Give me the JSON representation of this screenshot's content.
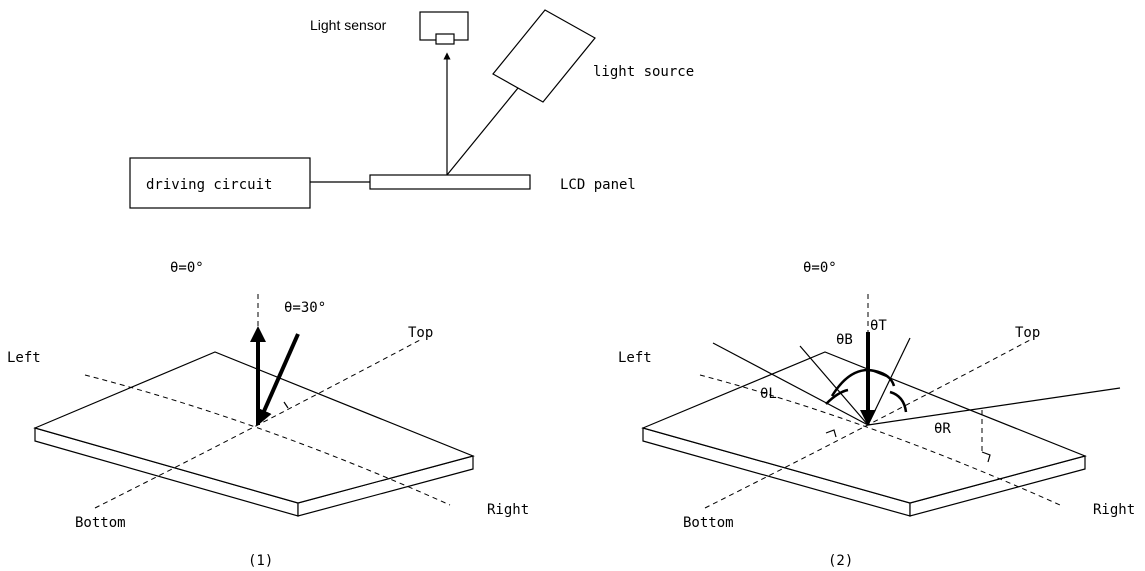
{
  "top_setup": {
    "light_sensor_label": "Light sensor",
    "light_source_label": "light source",
    "driving_circuit_label": "driving circuit",
    "lcd_panel_label": "LCD   panel"
  },
  "figure1": {
    "theta_zero_label": "θ=0°",
    "theta_thirty_label": "θ=30°",
    "left_label": "Left",
    "top_label": "Top",
    "bottom_label": "Bottom",
    "right_label": "Right",
    "caption": "(1)"
  },
  "figure2": {
    "theta_zero_label": "θ=0°",
    "theta_b_label": "θB",
    "theta_t_label": "θT",
    "theta_l_label": "θL",
    "theta_r_label": "θR",
    "left_label": "Left",
    "top_label": "Top",
    "bottom_label": "Bottom",
    "right_label": "Right",
    "caption": "(2)"
  }
}
